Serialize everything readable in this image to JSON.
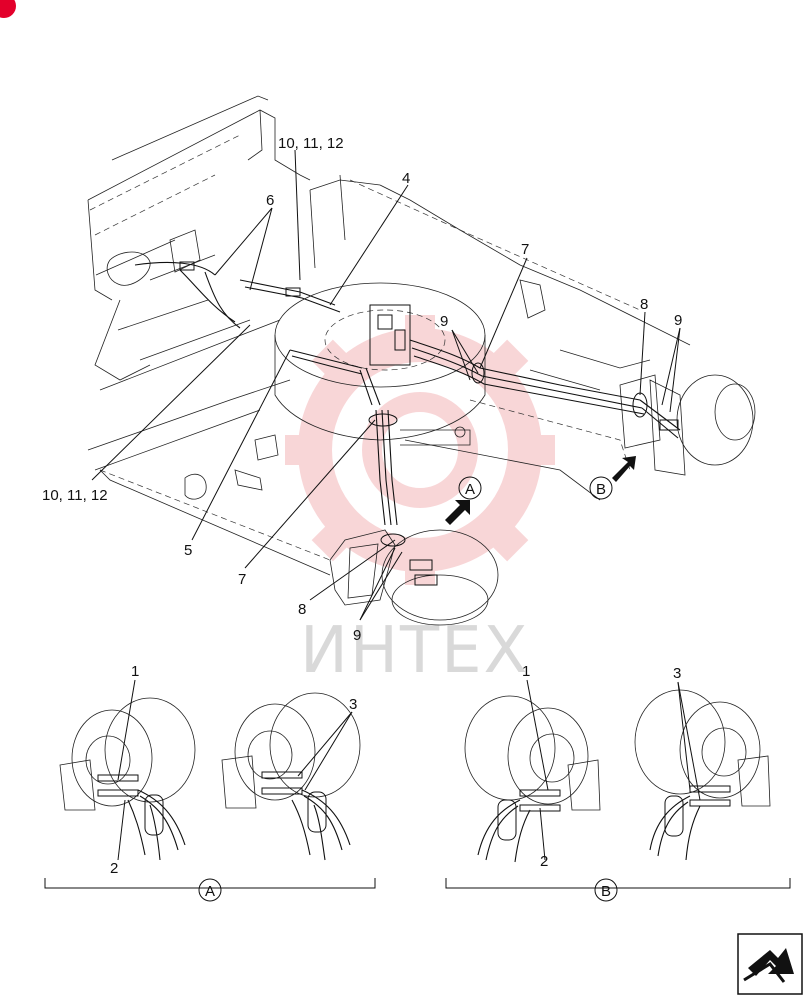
{
  "callouts": {
    "c_10_11_12_top": "10, 11, 12",
    "c_4": "4",
    "c_6": "6",
    "c_7_top": "7",
    "c_9_mid": "9",
    "c_8_right": "8",
    "c_9_right": "9",
    "c_10_11_12_left": "10, 11, 12",
    "c_5": "5",
    "c_7_bottom": "7",
    "c_8_bottom": "8",
    "c_9_bottom": "9",
    "view_a": "A",
    "view_b": "B"
  },
  "detail_a": {
    "c_1": "1",
    "c_2": "2",
    "c_3": "3",
    "view_label": "A"
  },
  "detail_b": {
    "c_1": "1",
    "c_2": "2",
    "c_3": "3",
    "view_label": "B"
  },
  "watermark_text": "ИНТЕХ",
  "colors": {
    "line": "#111111",
    "watermark_gear": "#f4b5b8",
    "watermark_text": "#d9d9d9",
    "corner_badge": "#e3002b"
  },
  "icons": {
    "corner_badge": "red-corner-badge-icon",
    "nav_arrow": "navigation-arrow-icon"
  }
}
